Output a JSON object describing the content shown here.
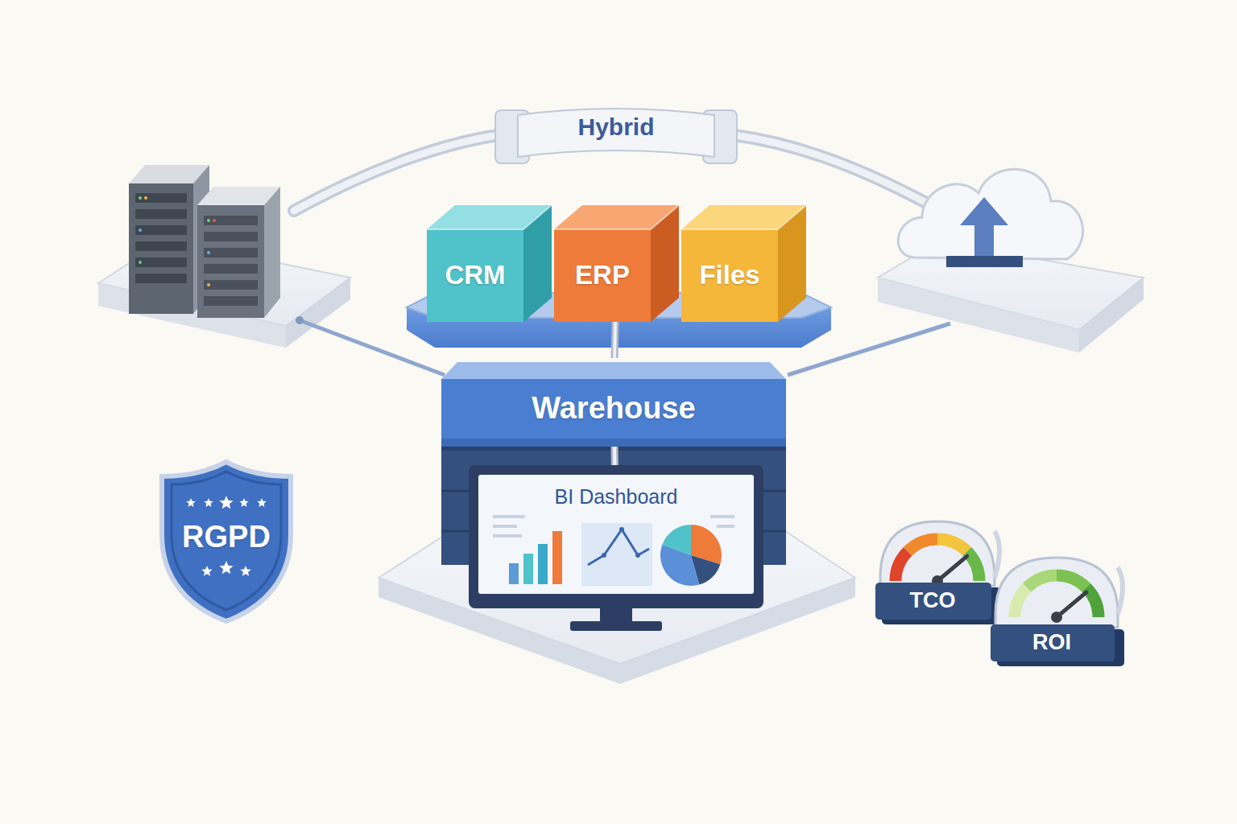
{
  "diagram": {
    "nodes": [
      {
        "text": [
          "Hybrid"
        ]
      },
      {
        "text": [
          "CRM"
        ]
      },
      {
        "text": [
          "ERP"
        ]
      },
      {
        "text": [
          "Files"
        ]
      },
      {
        "text": [
          "Warehouse"
        ]
      },
      {
        "text": [
          "BI Dashboard"
        ]
      },
      {
        "text": [
          "RGPD"
        ]
      },
      {
        "text": [
          "TCO"
        ]
      },
      {
        "text": [
          "ROI"
        ]
      }
    ],
    "edges": [
      {
        "from": 2,
        "to": 4,
        "arrow": "none"
      },
      {
        "from": 4,
        "to": 5,
        "arrow": "none"
      }
    ]
  }
}
